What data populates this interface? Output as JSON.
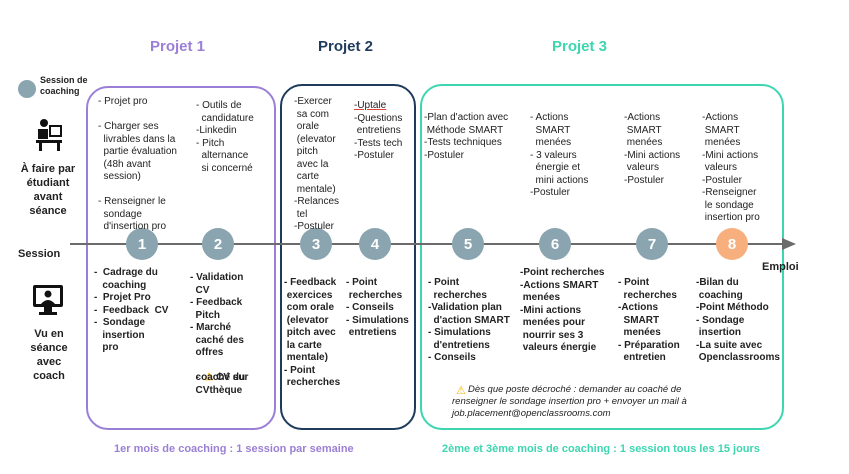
{
  "colors": {
    "projet1": "#9b7fd6",
    "projet2": "#1f3b5c",
    "projet3": "#3dd6b0",
    "circle": "#8aa4b0",
    "circle_final": "#f7b07d",
    "warning": "#f5b400"
  },
  "projects": {
    "p1": "Projet 1",
    "p2": "Projet 2",
    "p3": "Projet 3"
  },
  "legend": {
    "session_de_coaching": "Session de\ncoaching"
  },
  "left_labels": {
    "a_faire": "À faire par\nétudiant\navant\nséance",
    "session": "Session",
    "vu_en_seance": "Vu en\nséance\navec\ncoach"
  },
  "timeline": {
    "end_label": "Emploi",
    "sessions": [
      "1",
      "2",
      "3",
      "4",
      "5",
      "6",
      "7",
      "8"
    ]
  },
  "before": {
    "s1": "- Projet pro\n\n- Charger ses\n  livrables dans la\n  partie évaluation\n  (48h avant\n  session)\n\n- Renseigner le\n  sondage\n  d'insertion pro",
    "s2": "- Outils de\n  candidature\n-Linkedin\n- Pitch\n  alternance\n  si concerné",
    "s3": "-Exercer\n sa com\n orale\n (elevator\n pitch\n avec la\n carte\n mentale)\n-Relances\n tel\n-Postuler",
    "s4_first": "-Uptale",
    "s4_rest": "-Questions\n entretiens\n-Tests tech\n-Postuler",
    "s5": "-Plan d'action avec\n Méthode SMART\n-Tests techniques\n-Postuler",
    "s6": "- Actions\n  SMART\n  menées\n- 3 valeurs\n  énergie et\n  mini actions\n-Postuler",
    "s7": "-Actions\n SMART\n menées\n-Mini actions\n valeurs\n-Postuler",
    "s8": "-Actions\n SMART\n menées\n-Mini actions\n valeurs\n-Postuler\n-Renseigner\n le sondage\n insertion pro"
  },
  "during": {
    "s1": "-  Cadrage du\n   coaching\n-  Projet Pro\n-  Feedback  CV\n-  Sondage\n   insertion\n   pro",
    "s2_top": "- Validation\n  CV\n- Feedback\n  Pitch\n- Marché\n  caché des\n  offres",
    "s2_cv": "CV du",
    "s2_rest": "  coaché sur\n  CVthèque",
    "s3": "- Feedback\n exercices\n com orale\n (elevator\n pitch avec\n la carte\n mentale)\n- Point\n recherches",
    "s4": "- Point\n recherches\n- Conseils\n- Simulations\n entretiens",
    "s5": "- Point\n  recherches\n-Validation plan\n  d'action SMART\n- Simulations\n  d'entretiens\n- Conseils",
    "s6": "-Point recherches\n-Actions SMART\n menées\n-Mini actions\n menées pour\n nourrir ses 3\n valeurs énergie",
    "s7": "- Point\n  recherches\n-Actions\n  SMART\n  menées\n- Préparation\n  entretien",
    "s8": "-Bilan du\n coaching\n-Point Méthodo\n- Sondage\n insertion\n-La suite avec\n Openclassrooms"
  },
  "note": {
    "icon": "warning-icon",
    "text": "Dès que poste décroché : demander au coaché de\nrenseigner le sondage insertion pro + envoyer un mail à\njob.placement@openclassrooms.com"
  },
  "footer": {
    "left": "1er mois de coaching : 1 session par semaine",
    "right": "2ème et 3ème mois de coaching : 1 session tous les 15 jours"
  }
}
